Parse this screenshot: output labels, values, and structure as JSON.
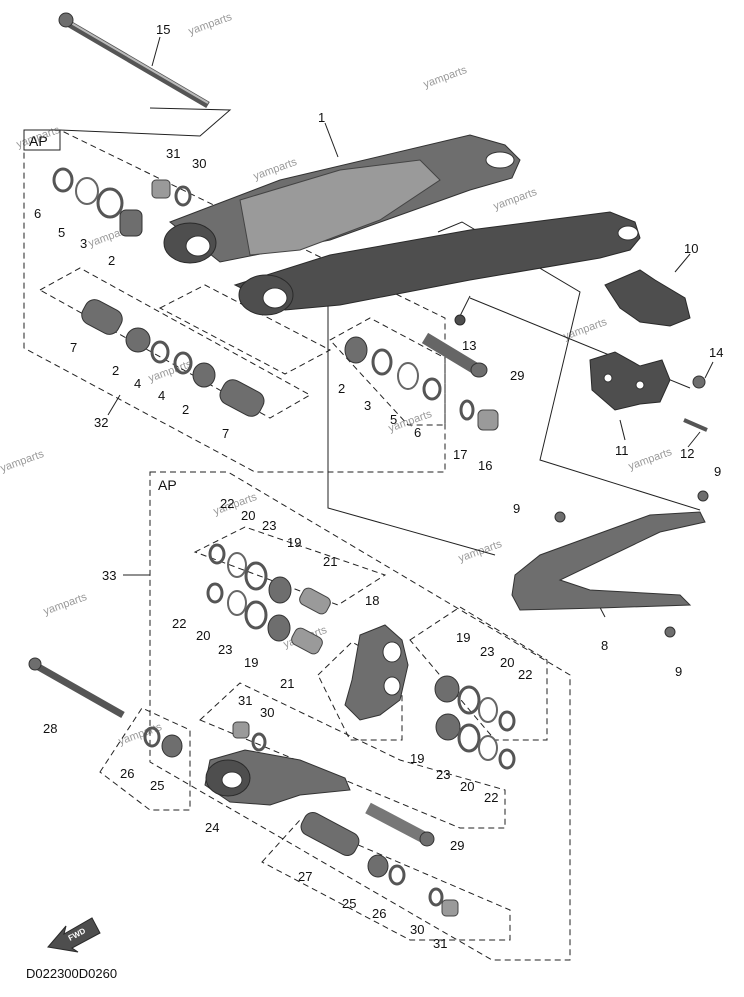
{
  "diagram_code": "D022300D0260",
  "ap_label": "AP",
  "fwd_label": "FWD",
  "watermark": "yamparts",
  "callouts": [
    "1",
    "2",
    "3",
    "4",
    "5",
    "6",
    "7",
    "8",
    "9",
    "10",
    "11",
    "12",
    "13",
    "14",
    "15",
    "16",
    "17",
    "18",
    "19",
    "20",
    "21",
    "22",
    "23",
    "24",
    "25",
    "26",
    "27",
    "28",
    "29",
    "30",
    "31",
    "32",
    "33"
  ]
}
